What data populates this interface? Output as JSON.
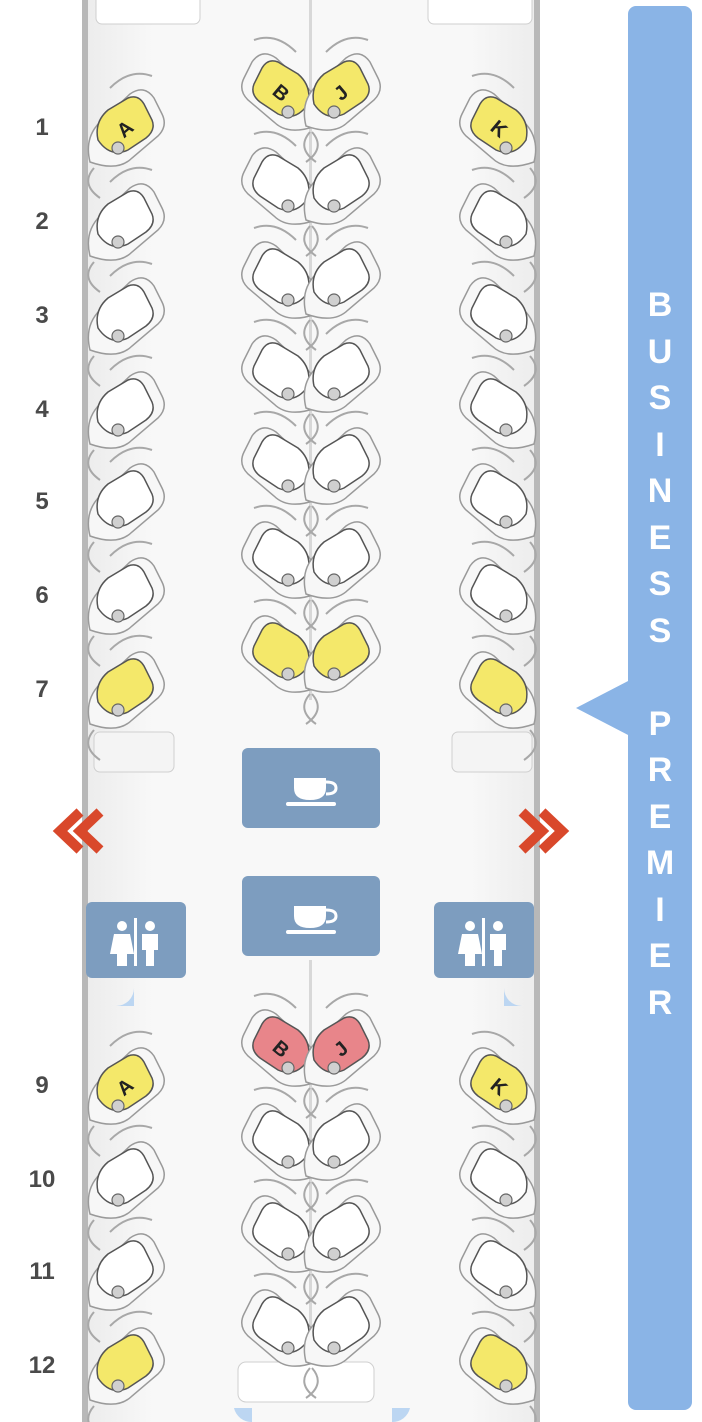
{
  "cabin": {
    "banner_letters": [
      "B",
      "U",
      "S",
      "I",
      "N",
      "E",
      "S",
      "S",
      "",
      "P",
      "R",
      "E",
      "M",
      "I",
      "E",
      "R"
    ],
    "highlight_color": "#f4e86a",
    "occupied_color": "#e8858a",
    "available_color": "#ffffff",
    "banner_color": "#8ab4e6",
    "arrow_color": "#d9482b"
  },
  "rows": [
    {
      "label": "1"
    },
    {
      "label": "2"
    },
    {
      "label": "3"
    },
    {
      "label": "4"
    },
    {
      "label": "5"
    },
    {
      "label": "6"
    },
    {
      "label": "7"
    },
    {
      "label": "9"
    },
    {
      "label": "10"
    },
    {
      "label": "11"
    },
    {
      "label": "12"
    }
  ],
  "seats": {
    "A": "A",
    "B": "B",
    "J": "J",
    "K": "K"
  },
  "icons": {
    "galley": "coffee-cup-icon",
    "lavatory": "restroom-icon",
    "exit": "exit-arrow-icon"
  }
}
